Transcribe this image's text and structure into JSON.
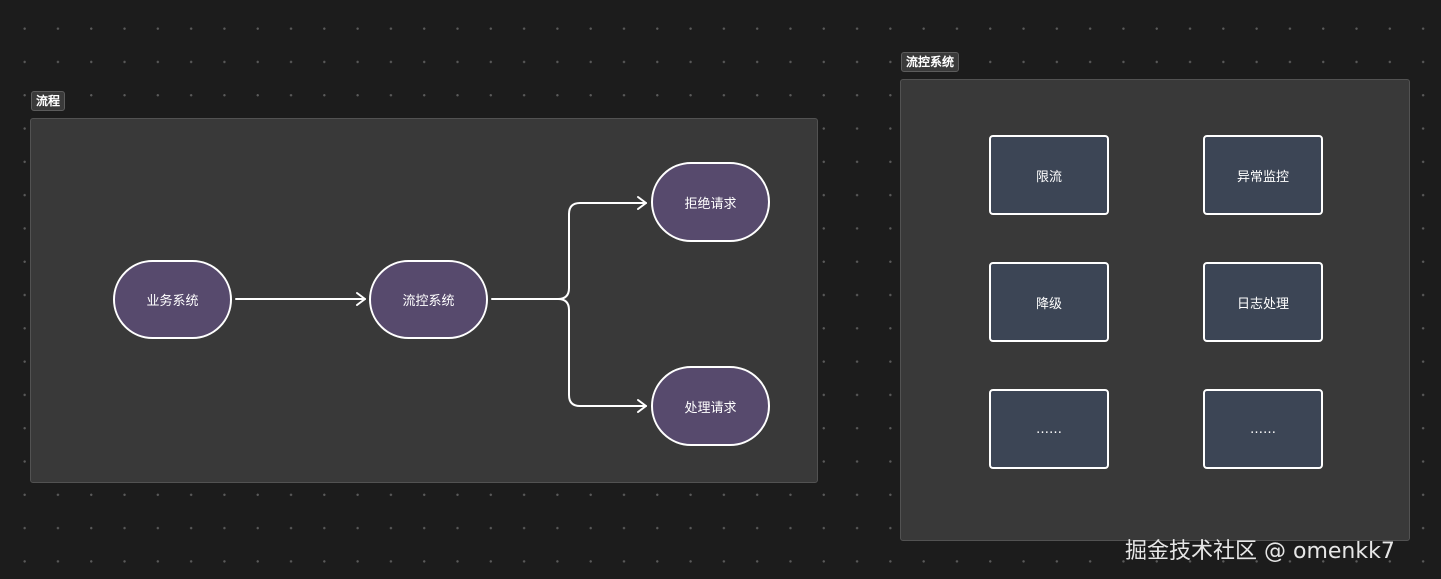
{
  "flow": {
    "title": "流程",
    "nodes": {
      "business": "业务系统",
      "flow_control": "流控系统",
      "reject": "拒绝请求",
      "handle": "处理请求"
    }
  },
  "flow_control_system": {
    "title": "流控系统",
    "items": [
      "限流",
      "异常监控",
      "降级",
      "日志处理",
      "……",
      "……"
    ]
  },
  "colors": {
    "canvas": "#1c1c1c",
    "frame": "#393939",
    "pill_node": "#574a6d",
    "box_node": "#3c4555",
    "stroke": "#ffffff"
  },
  "watermark": "掘金技术社区 @ omenkk7"
}
